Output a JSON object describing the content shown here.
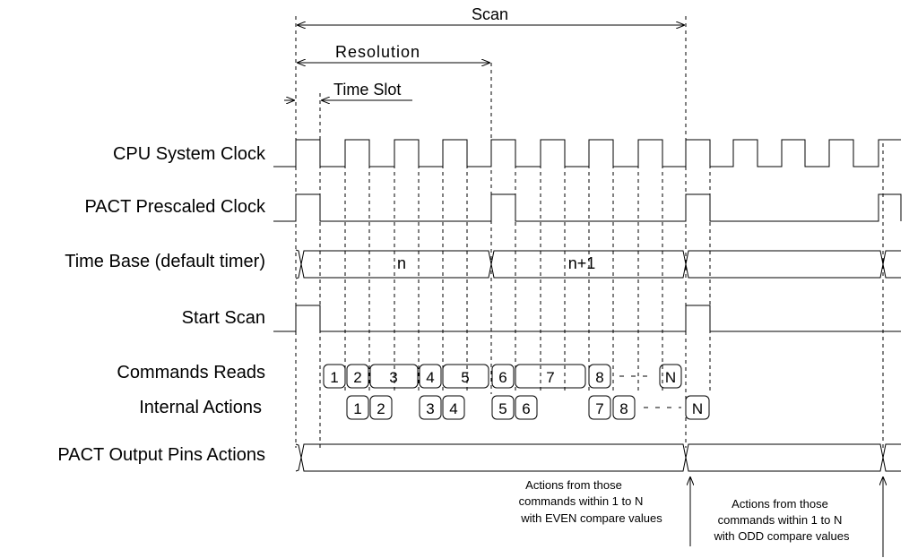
{
  "dimensions": {
    "scan": "Scan",
    "resolution": "Resolution",
    "time_slot": "Time Slot"
  },
  "signals": {
    "cpu_clock": "CPU System Clock",
    "pact_clock": "PACT Prescaled Clock",
    "time_base": "Time Base (default timer)",
    "start_scan": "Start Scan",
    "command_reads": "Commands Reads",
    "internal_actions": "Internal Actions",
    "output_pins": "PACT Output Pins Actions"
  },
  "time_base_values": [
    "n",
    "n+1"
  ],
  "command_boxes": [
    "1",
    "2",
    "3",
    "4",
    "5",
    "6",
    "7",
    "8",
    "N"
  ],
  "action_boxes": [
    "1",
    "2",
    "3",
    "4",
    "5",
    "6",
    "7",
    "8",
    "N"
  ],
  "notes": {
    "even": [
      "Actions from those",
      "commands within 1 to N",
      "with EVEN compare values"
    ],
    "odd": [
      "Actions from those",
      "commands within 1 to N",
      "with ODD compare values"
    ]
  }
}
